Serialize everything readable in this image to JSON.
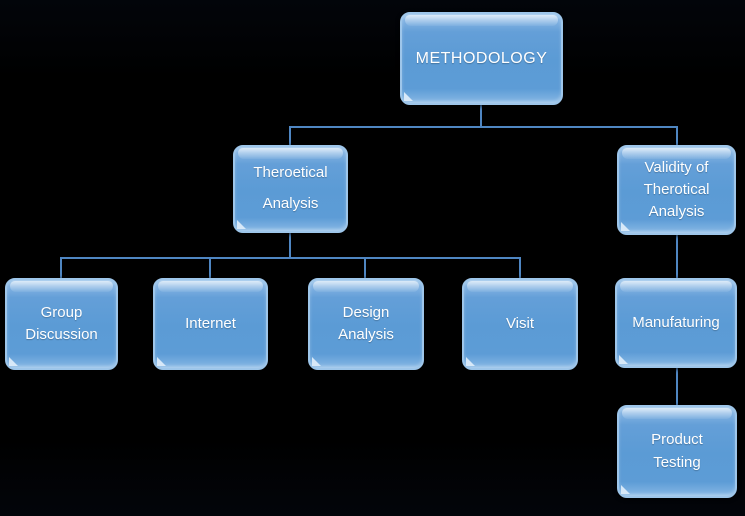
{
  "diagram": {
    "type": "flowchart-hierarchy",
    "background_color": "#000000",
    "node_fill_color": "#5b9bd5",
    "node_border_color": "#9ec6ea",
    "connector_color": "#4f86c2",
    "text_color": "#ffffff",
    "root_label": "METHODOLOGY",
    "nodes": {
      "methodology": {
        "label": "METHODOLOGY"
      },
      "theoretical_analysis": {
        "label": "Theroetical\nAnalysis"
      },
      "validity_of_theoretical_analysis": {
        "label": "Validity of\nTherotical\nAnalysis"
      },
      "group_discussion": {
        "label": "Group\nDiscussion"
      },
      "internet": {
        "label": "Internet"
      },
      "design_analysis": {
        "label": "Design\nAnalysis"
      },
      "visit": {
        "label": "Visit"
      },
      "manufacturing": {
        "label": "Manufaturing"
      },
      "product_testing": {
        "label": "Product\nTesting"
      }
    },
    "edges": [
      "methodology -> theoretical_analysis",
      "methodology -> validity_of_theoretical_analysis",
      "theoretical_analysis -> group_discussion",
      "theoretical_analysis -> internet",
      "theoretical_analysis -> design_analysis",
      "theoretical_analysis -> visit",
      "validity_of_theoretical_analysis -> manufacturing",
      "manufacturing -> product_testing"
    ]
  }
}
